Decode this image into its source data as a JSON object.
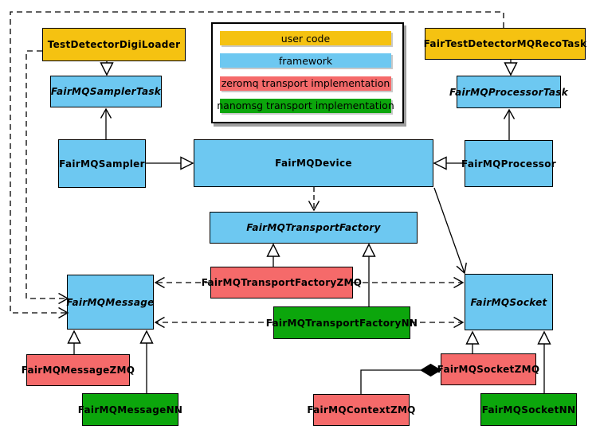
{
  "colors": {
    "user_code": "#F5C211",
    "framework": "#6DC8F1",
    "zeromq": "#F56A6A",
    "nanomsg": "#0CA60C"
  },
  "legend": {
    "items": [
      {
        "label": "user code",
        "color": "#F5C211"
      },
      {
        "label": "framework",
        "color": "#6DC8F1"
      },
      {
        "label": "zeromq transport implementation",
        "color": "#F56A6A"
      },
      {
        "label": "nanomsg transport implementation",
        "color": "#0CA60C"
      }
    ]
  },
  "nodes": {
    "testDetectorDigiLoader": {
      "label": "TestDetectorDigiLoader"
    },
    "fairTestDetectorMQRecoTask": {
      "label": "FairTestDetectorMQRecoTask"
    },
    "fairMQSamplerTask": {
      "label": "FairMQSamplerTask"
    },
    "fairMQProcessorTask": {
      "label": "FairMQProcessorTask"
    },
    "fairMQSampler": {
      "label": "FairMQSampler"
    },
    "fairMQDevice": {
      "label": "FairMQDevice"
    },
    "fairMQProcessor": {
      "label": "FairMQProcessor"
    },
    "fairMQTransportFactory": {
      "label": "FairMQTransportFactory"
    },
    "fairMQTransportFactoryZMQ": {
      "label": "FairMQTransportFactoryZMQ"
    },
    "fairMQTransportFactoryNN": {
      "label": "FairMQTransportFactoryNN"
    },
    "fairMQMessage": {
      "label": "FairMQMessage"
    },
    "fairMQSocket": {
      "label": "FairMQSocket"
    },
    "fairMQMessageZMQ": {
      "label": "FairMQMessageZMQ"
    },
    "fairMQMessageNN": {
      "label": "FairMQMessageNN"
    },
    "fairMQContextZMQ": {
      "label": "FairMQContextZMQ"
    },
    "fairMQSocketZMQ": {
      "label": "FairMQSocketZMQ"
    },
    "fairMQSocketNN": {
      "label": "FairMQSocketNN"
    }
  }
}
